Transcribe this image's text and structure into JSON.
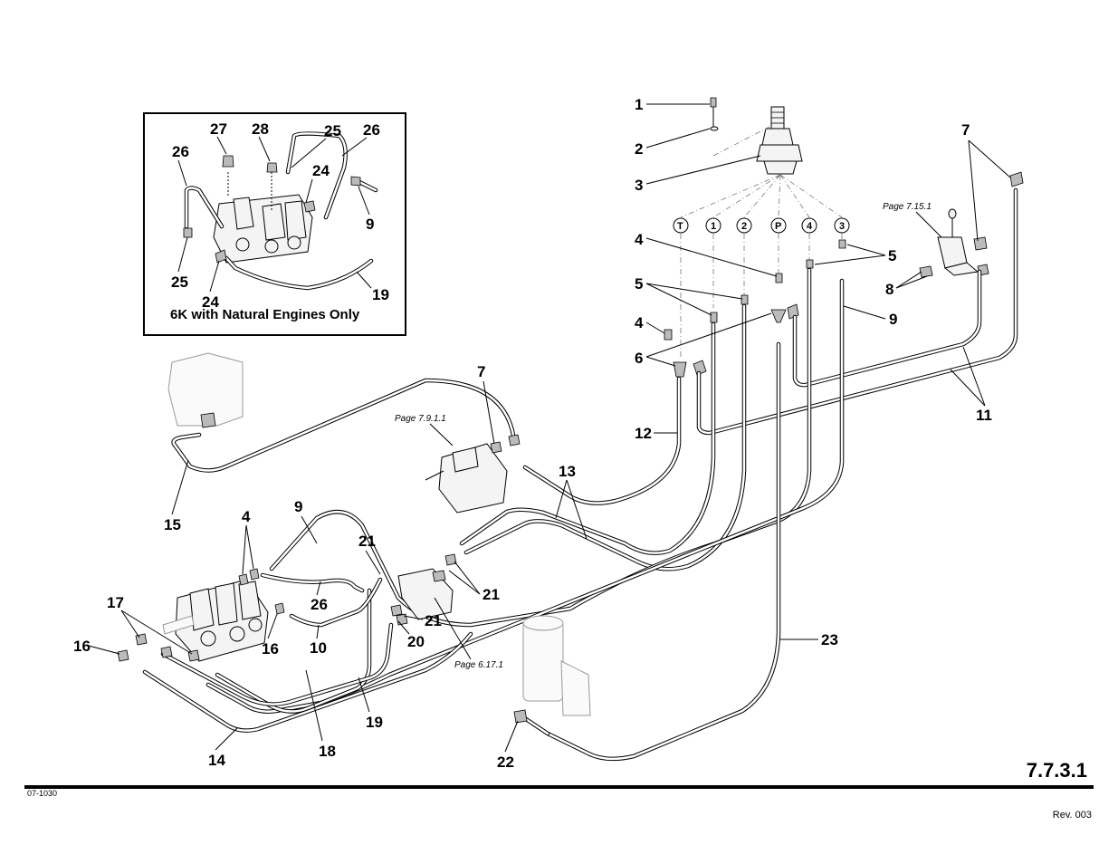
{
  "page": {
    "page_number": "7.7.3.1",
    "drawing_number": "07-1030",
    "revision": "Rev. 003"
  },
  "inset": {
    "caption": "6K with Natural Engines Only",
    "callouts": [
      "27",
      "28",
      "25",
      "26",
      "26",
      "24",
      "9",
      "25",
      "24",
      "19"
    ]
  },
  "page_refs": [
    "Page 7.15.1",
    "Page 7.9.1.1",
    "Page 6.17.1"
  ],
  "port_labels": [
    "T",
    "1",
    "2",
    "P",
    "4",
    "3"
  ],
  "callouts": {
    "c1": "1",
    "c2": "2",
    "c3": "3",
    "c4a": "4",
    "c5a": "5",
    "c5b": "5",
    "c4b": "4",
    "c6": "6",
    "c7a": "7",
    "c8": "8",
    "c9a": "9",
    "c11": "11",
    "c12": "12",
    "c7b": "7",
    "c13": "13",
    "c15": "15",
    "c4c": "4",
    "c9b": "9",
    "c21a": "21",
    "c21b": "21",
    "c21c": "21",
    "c17": "17",
    "c16a": "16",
    "c26": "26",
    "c16b": "16",
    "c10": "10",
    "c20": "20",
    "c23": "23",
    "c19": "19",
    "c18": "18",
    "c14": "14",
    "c22": "22"
  }
}
